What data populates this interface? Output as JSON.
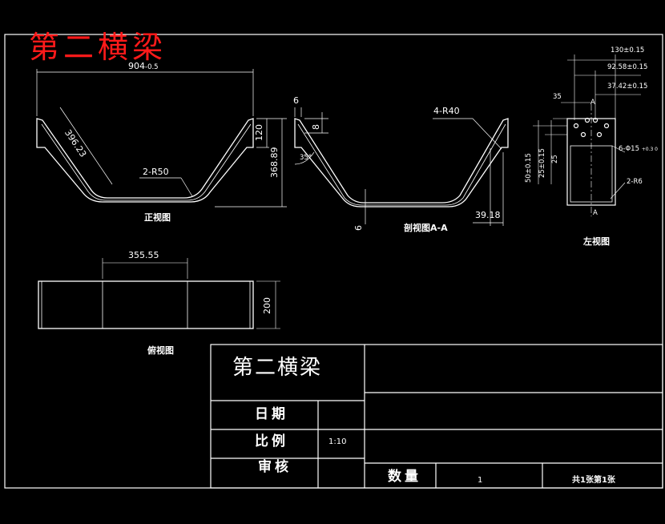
{
  "header": {
    "red_title": "第二横梁"
  },
  "views": {
    "front_label": "正视图",
    "section_label": "剖视图A-A",
    "left_label": "左视图",
    "top_label": "俯视图"
  },
  "dimensions": {
    "overall_width": "904",
    "overall_width_tol": "-0.5",
    "slant_length": "396.23",
    "bottom_radius": "2-R50",
    "flange_height": "120",
    "total_height": "368.89",
    "section_radius": "4-R40",
    "section_t1": "6",
    "section_t2": "8",
    "section_angle": "35°",
    "section_bottom": "6",
    "section_offset": "39.18",
    "top_width": "355.55",
    "top_height": "200",
    "side_130": "130±0.15",
    "side_9258": "92.58±0.15",
    "side_3742": "37.42±0.15",
    "side_35": "35",
    "side_50": "50±0.15",
    "side_25": "25±0.15",
    "side_25b": "25",
    "side_holes": "6-Φ15",
    "side_holes_tol": "+0.3 0",
    "side_radius": "2-R6",
    "section_mark_a": "A"
  },
  "title_block": {
    "part_name": "第二横梁",
    "date_label": "日期",
    "scale_label": "比例",
    "scale_value": "1:10",
    "review_label": "审核",
    "quantity_label": "数量",
    "sheet_info": "共1张第1张",
    "quantity_value": "1"
  }
}
